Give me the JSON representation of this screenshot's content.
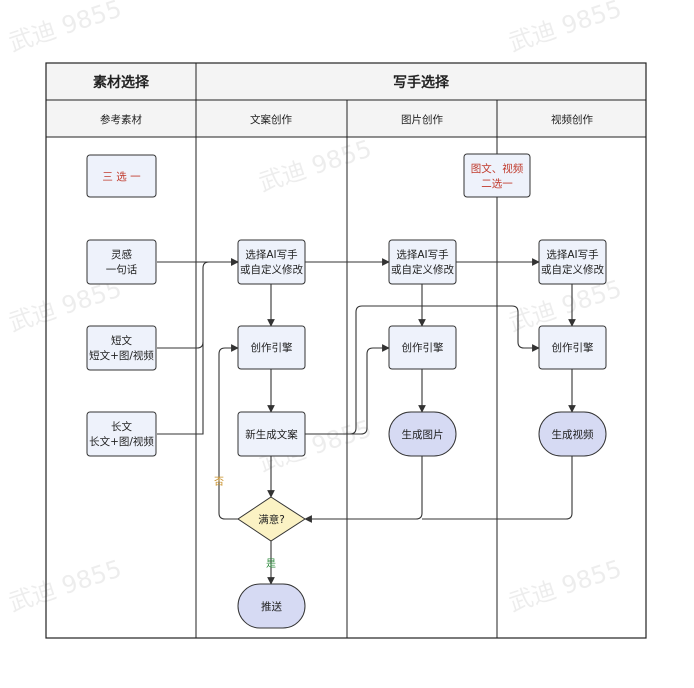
{
  "watermark": "武迪 9855",
  "headers": {
    "material_selection": "素材选择",
    "writer_selection": "写手选择"
  },
  "lanes": {
    "reference": "参考素材",
    "copy": "文案创作",
    "image": "图片创作",
    "video": "视频创作"
  },
  "nodes": {
    "three_choose_one": [
      "三 选 一"
    ],
    "inspiration": [
      "灵感",
      "一句话"
    ],
    "short_text": [
      "短文",
      "短文+图/视频"
    ],
    "long_text": [
      "长文",
      "长文+图/视频"
    ],
    "copy_select_ai": [
      "选择AI写手",
      "或自定义修改"
    ],
    "copy_engine": [
      "创作引擎"
    ],
    "new_copy": [
      "新生成文案"
    ],
    "satisfied": [
      "满意?"
    ],
    "push": [
      "推送"
    ],
    "image_video_choice": [
      "图文、视频",
      "二选一"
    ],
    "image_select_ai": [
      "选择AI写手",
      "或自定义修改"
    ],
    "image_engine": [
      "创作引擎"
    ],
    "generate_image": [
      "生成图片"
    ],
    "video_select_ai": [
      "选择AI写手",
      "或自定义修改"
    ],
    "video_engine": [
      "创作引擎"
    ],
    "generate_video": [
      "生成视频"
    ]
  },
  "edge_labels": {
    "no": "否",
    "yes": "是"
  },
  "colors": {
    "box_fill": "#eef2fb",
    "terminal_fill": "#d6daf3",
    "decision_fill": "#fbf2c4",
    "no_label": "#c8902a",
    "yes_label": "#2e8b3e",
    "red_text": "#c0392b"
  }
}
